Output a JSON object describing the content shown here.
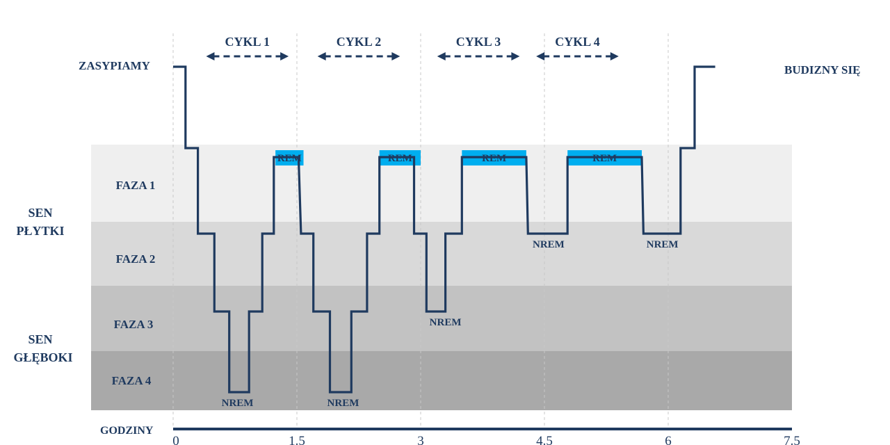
{
  "colors": {
    "navy": "#1f3a5f",
    "rem": "#00aeef",
    "band_shallow": "#efefef",
    "band_2": "#d9d9d9",
    "band_3": "#c2c2c2",
    "band_4": "#a9a9a9"
  },
  "labels": {
    "fall_asleep": "ZASYPIAMY",
    "wake_up": "BUDIZNY SIĘ",
    "shallow": [
      "SEN",
      "PŁYTKI"
    ],
    "deep": [
      "SEN",
      "GŁĘBOKI"
    ],
    "axis": "GODZINY"
  },
  "chart_data": {
    "type": "line",
    "xlabel": "GODZINY",
    "xlim": [
      0,
      7.5
    ],
    "x_ticks": [
      "0",
      "1.5",
      "3",
      "4.5",
      "6",
      "7.5"
    ],
    "phases": [
      "FAZA 1",
      "FAZA 2",
      "FAZA 3",
      "FAZA 4"
    ],
    "cycles": [
      {
        "label": "CYKL 1",
        "from": 0.4,
        "to": 1.4
      },
      {
        "label": "CYKL 2",
        "from": 1.75,
        "to": 2.75
      },
      {
        "label": "CYKL 3",
        "from": 3.2,
        "to": 4.2
      },
      {
        "label": "CYKL 4",
        "from": 4.4,
        "to": 5.4
      }
    ],
    "hypnogram": [
      [
        0,
        "awake"
      ],
      [
        0.15,
        "awake"
      ],
      [
        0.15,
        "FAZA 1"
      ],
      [
        0.3,
        "FAZA 1"
      ],
      [
        0.3,
        "FAZA 2"
      ],
      [
        0.5,
        "FAZA 2"
      ],
      [
        0.5,
        "FAZA 3"
      ],
      [
        0.68,
        "FAZA 3"
      ],
      [
        0.68,
        "FAZA 4"
      ],
      [
        0.92,
        "FAZA 4"
      ],
      [
        0.92,
        "FAZA 3"
      ],
      [
        1.08,
        "FAZA 3"
      ],
      [
        1.08,
        "FAZA 2"
      ],
      [
        1.22,
        "FAZA 2"
      ],
      [
        1.22,
        "REM"
      ],
      [
        1.52,
        "REM"
      ],
      [
        1.55,
        "FAZA 2"
      ],
      [
        1.7,
        "FAZA 2"
      ],
      [
        1.7,
        "FAZA 3"
      ],
      [
        1.9,
        "FAZA 3"
      ],
      [
        1.9,
        "FAZA 4"
      ],
      [
        2.16,
        "FAZA 4"
      ],
      [
        2.16,
        "FAZA 3"
      ],
      [
        2.35,
        "FAZA 3"
      ],
      [
        2.35,
        "FAZA 2"
      ],
      [
        2.5,
        "FAZA 2"
      ],
      [
        2.5,
        "REM"
      ],
      [
        2.92,
        "REM"
      ],
      [
        2.92,
        "FAZA 2"
      ],
      [
        3.07,
        "FAZA 2"
      ],
      [
        3.07,
        "FAZA 3"
      ],
      [
        3.3,
        "FAZA 3"
      ],
      [
        3.3,
        "FAZA 2"
      ],
      [
        3.5,
        "FAZA 2"
      ],
      [
        3.5,
        "REM"
      ],
      [
        4.28,
        "REM"
      ],
      [
        4.3,
        "FAZA 2"
      ],
      [
        4.78,
        "FAZA 2"
      ],
      [
        4.78,
        "REM"
      ],
      [
        5.68,
        "REM"
      ],
      [
        5.7,
        "FAZA 2"
      ],
      [
        6.15,
        "FAZA 2"
      ],
      [
        6.15,
        "FAZA 1"
      ],
      [
        6.32,
        "FAZA 1"
      ],
      [
        6.32,
        "awake"
      ],
      [
        6.57,
        "awake"
      ]
    ],
    "rem_blocks": [
      {
        "label": "REM",
        "from": 1.24,
        "to": 1.58
      },
      {
        "label": "REM",
        "from": 2.5,
        "to": 3.0
      },
      {
        "label": "REM",
        "from": 3.5,
        "to": 4.28
      },
      {
        "label": "REM",
        "from": 4.78,
        "to": 5.68
      }
    ],
    "nrem_labels": [
      {
        "label": "NREM",
        "x": 0.78,
        "stage": "FAZA 4"
      },
      {
        "label": "NREM",
        "x": 2.06,
        "stage": "FAZA 4"
      },
      {
        "label": "NREM",
        "x": 3.3,
        "stage": "FAZA 3"
      },
      {
        "label": "NREM",
        "x": 4.55,
        "stage": "FAZA 2"
      },
      {
        "label": "NREM",
        "x": 5.93,
        "stage": "FAZA 2"
      }
    ]
  }
}
